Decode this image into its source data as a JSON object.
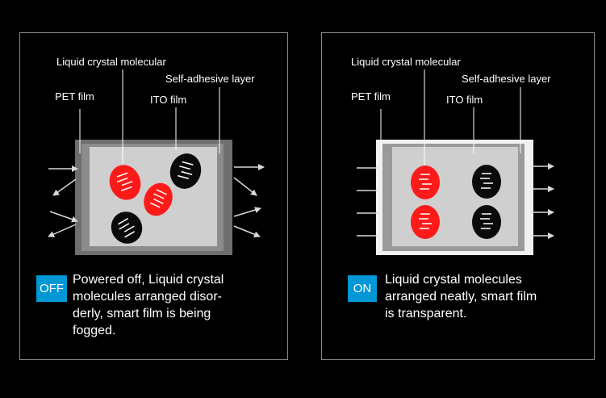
{
  "colors": {
    "background": "#000000",
    "panel_border": "#8a8a8a",
    "badge": "#0097d6",
    "liquid_crystal_red": "#ff1a1a",
    "liquid_crystal_black": "#0a0a0a",
    "film_gray_off": "#6e6e6e",
    "film_white_on": "#f0f0f0",
    "inner_fill": "#cfcfcf"
  },
  "off_panel": {
    "labels": {
      "liquid_crystal": "Liquid crystal molecular",
      "self_adhesive": "Self-adhesive layer",
      "pet_film": "PET  film",
      "ito_film": "ITO film"
    },
    "badge": "OFF",
    "description": "Powered off, Liquid crystal\nmolecules arranged disor-\nderly, smart film is being\nfogged."
  },
  "on_panel": {
    "labels": {
      "liquid_crystal": "Liquid crystal molecular",
      "self_adhesive": "Self-adhesive layer",
      "pet_film": "PET  film",
      "ito_film": "ITO film"
    },
    "badge": "ON",
    "description": "Liquid crystal molecules\narranged neatly, smart film\nis transparent."
  }
}
